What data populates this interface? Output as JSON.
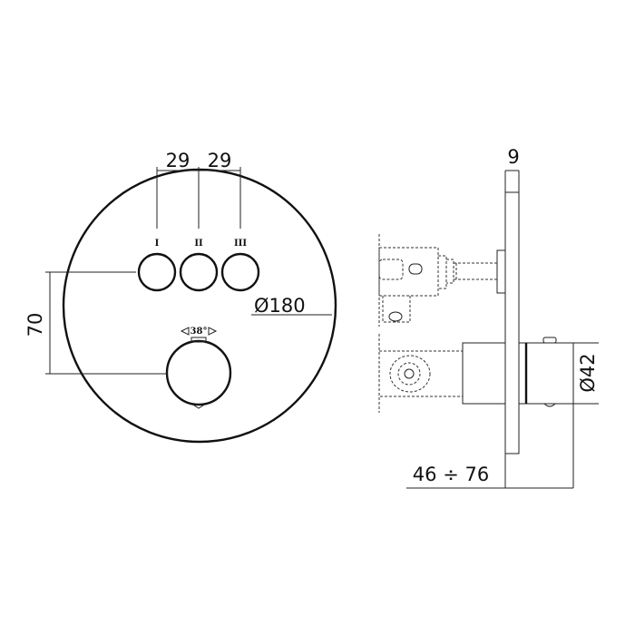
{
  "front_view": {
    "spacing_1": "29",
    "spacing_2": "29",
    "button_labels": [
      "I",
      "II",
      "III"
    ],
    "height_dim": "70",
    "diameter": "Ø180",
    "rotation_angle": "38°"
  },
  "side_view": {
    "plate_thickness": "9",
    "handle_diameter": "Ø42",
    "depth_range": "46 ÷ 76"
  },
  "colors": {
    "line": "#111111",
    "background": "#ffffff"
  }
}
